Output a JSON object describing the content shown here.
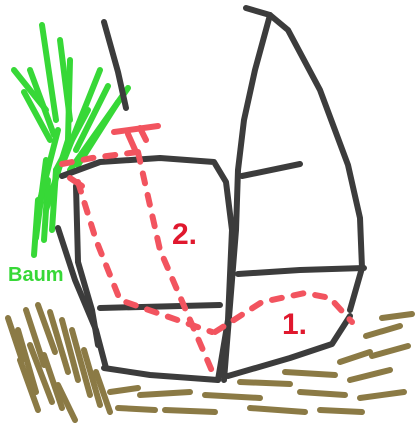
{
  "labels": {
    "tree": "Baum",
    "route_1": "1.",
    "route_2": "2."
  },
  "colors": {
    "background": "#ffffff",
    "rock_outline": "#3c3c3c",
    "route": "#f2545f",
    "route_label": "#e0182e",
    "tree": "#37d837",
    "tree_label": "#37d837",
    "ground": "#8b7a45"
  }
}
